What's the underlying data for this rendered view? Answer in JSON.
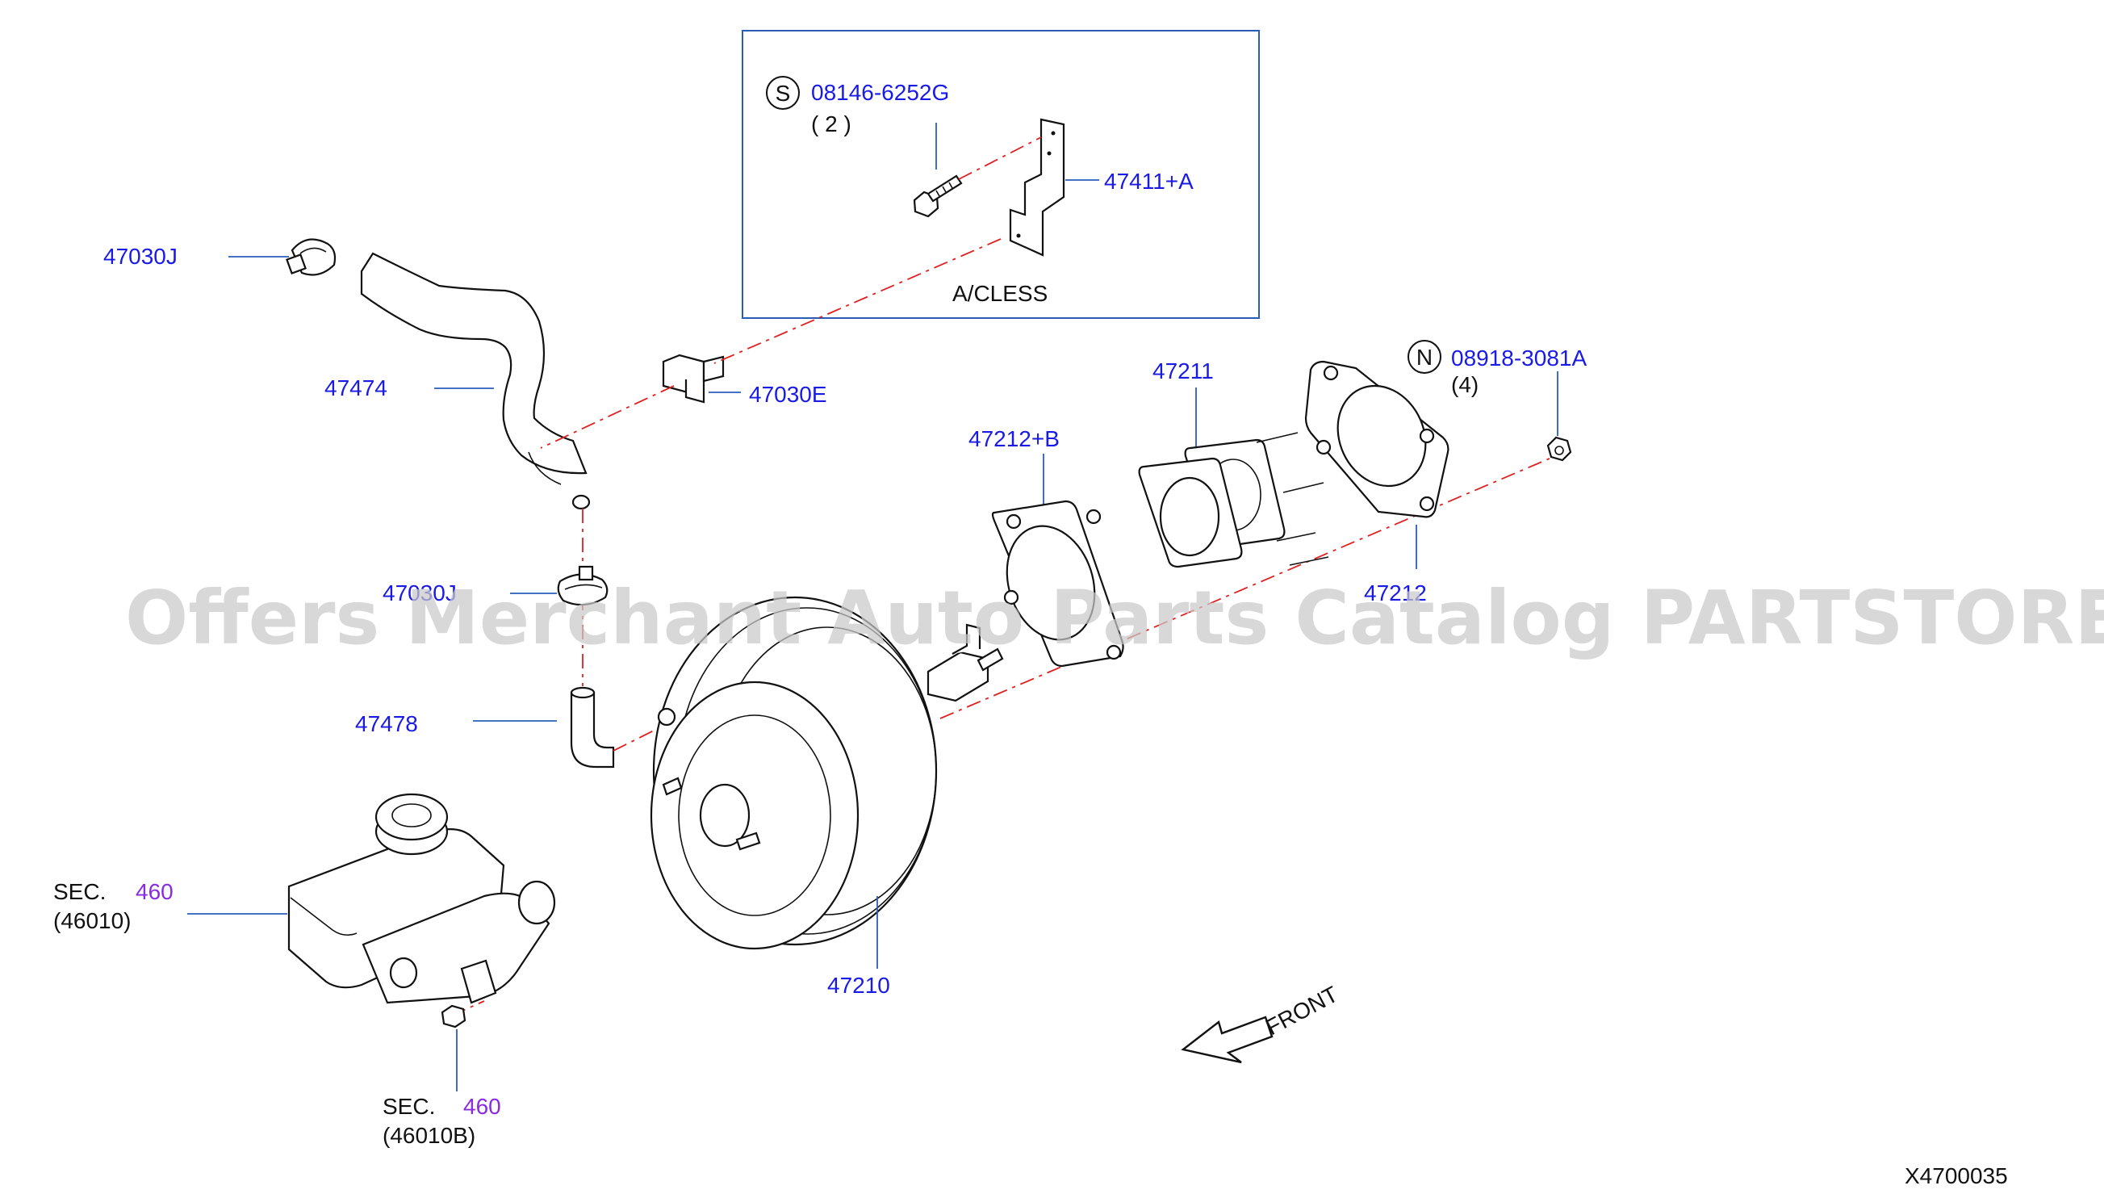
{
  "diagram_id": "X4700035",
  "watermark": "Offers Merchant Auto Parts Catalog PARTSTORE.SA",
  "inset": {
    "bolt_symbol": "S",
    "bolt_part": "08146-6252G",
    "bolt_qty": "( 2 )",
    "bracket_part": "47411+A",
    "note": "A/CLESS"
  },
  "nut": {
    "symbol": "N",
    "part": "08918-3081A",
    "qty": "(4)"
  },
  "parts": {
    "clamp_upper": "47030J",
    "hose": "47474",
    "connector": "47030E",
    "clamp_lower": "47030J",
    "elbow": "47478",
    "gasket_b": "47212+B",
    "spacer": "47211",
    "gasket": "47212",
    "booster": "47210"
  },
  "sections": {
    "master_prefix": "SEC.",
    "master_num": "460",
    "master_ref": "(46010)",
    "bolt_prefix": "SEC.",
    "bolt_num": "460",
    "bolt_ref": "(46010B)"
  },
  "front_label": "FRONT",
  "colors": {
    "part_number": "#1a1ae6",
    "section_number": "#8a2be2",
    "leader": "#2a5db8",
    "centerline": "#e02020",
    "watermark": "#c9c9c9"
  }
}
